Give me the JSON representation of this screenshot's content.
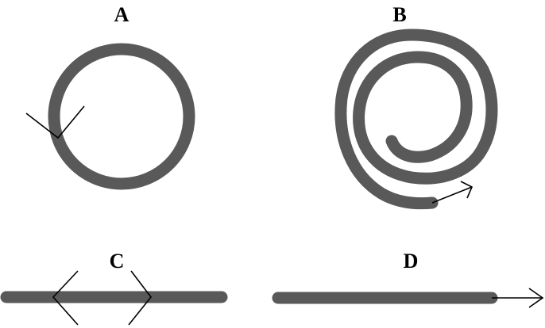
{
  "panels": [
    {
      "id": "A",
      "label": "A"
    },
    {
      "id": "B",
      "label": "B"
    },
    {
      "id": "C",
      "label": "C"
    },
    {
      "id": "D",
      "label": "D"
    }
  ],
  "colors": {
    "strand": "#595959",
    "arrow": "#000000",
    "background": "#ffffff"
  }
}
